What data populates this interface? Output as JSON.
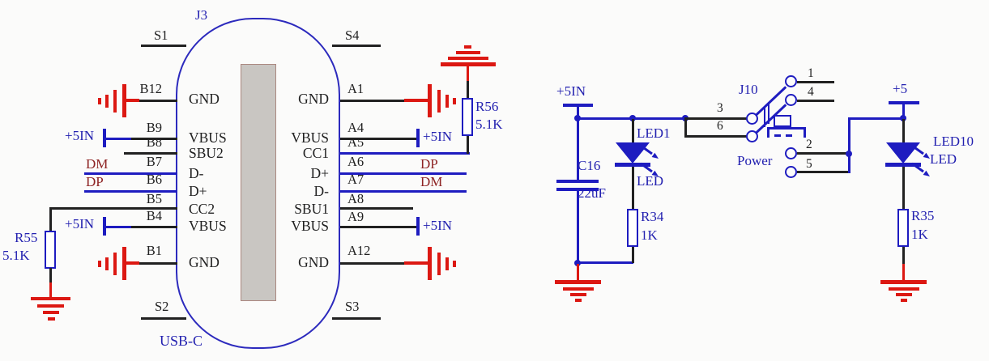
{
  "schematic": {
    "usb": {
      "ref": "J3",
      "type": "USB-C",
      "shield": {
        "s1": "S1",
        "s2": "S2",
        "s3": "S3",
        "s4": "S4"
      },
      "left_pins": [
        {
          "num": "B12",
          "fn": "GND"
        },
        {
          "num": "B9",
          "fn": "VBUS"
        },
        {
          "num": "B8",
          "fn": "SBU2"
        },
        {
          "num": "B7",
          "fn": "D-"
        },
        {
          "num": "B6",
          "fn": "D+"
        },
        {
          "num": "B5",
          "fn": "CC2"
        },
        {
          "num": "B4",
          "fn": "VBUS"
        },
        {
          "num": "B1",
          "fn": "GND"
        }
      ],
      "right_pins": [
        {
          "num": "A1",
          "fn": "GND"
        },
        {
          "num": "A4",
          "fn": "VBUS"
        },
        {
          "num": "A5",
          "fn": "CC1"
        },
        {
          "num": "A6",
          "fn": "D+"
        },
        {
          "num": "A7",
          "fn": "D-"
        },
        {
          "num": "A8",
          "fn": "SBU1"
        },
        {
          "num": "A9",
          "fn": "VBUS"
        },
        {
          "num": "A12",
          "fn": "GND"
        }
      ]
    },
    "nets": {
      "p5in": "+5IN",
      "p5": "+5",
      "dm": "DM",
      "dp": "DP"
    },
    "r55": {
      "ref": "R55",
      "val": "5.1K"
    },
    "r56": {
      "ref": "R56",
      "val": "5.1K"
    },
    "r34": {
      "ref": "R34",
      "val": "1K"
    },
    "r35": {
      "ref": "R35",
      "val": "1K"
    },
    "c16": {
      "ref": "C16",
      "val": "22uF"
    },
    "led1": {
      "ref": "LED1",
      "type": "LED"
    },
    "led10": {
      "ref": "LED10",
      "type": "LED"
    },
    "j10": {
      "ref": "J10",
      "label": "Power",
      "p1": "1",
      "p2": "2",
      "p3": "3",
      "p4": "4",
      "p5": "5",
      "p6": "6"
    }
  },
  "colors": {
    "wire_blue": "#1e1cc0",
    "label_blue": "#2321b0",
    "wire_black": "#212121",
    "ground_red": "#dc1812",
    "net_maroon": "#8e2424",
    "body_blue": "#2c2abd",
    "tongue_fill": "#c9c6c2",
    "tongue_border": "#ab8880",
    "resistor_fill": "#ffffff",
    "background": "#fbfbfa"
  }
}
